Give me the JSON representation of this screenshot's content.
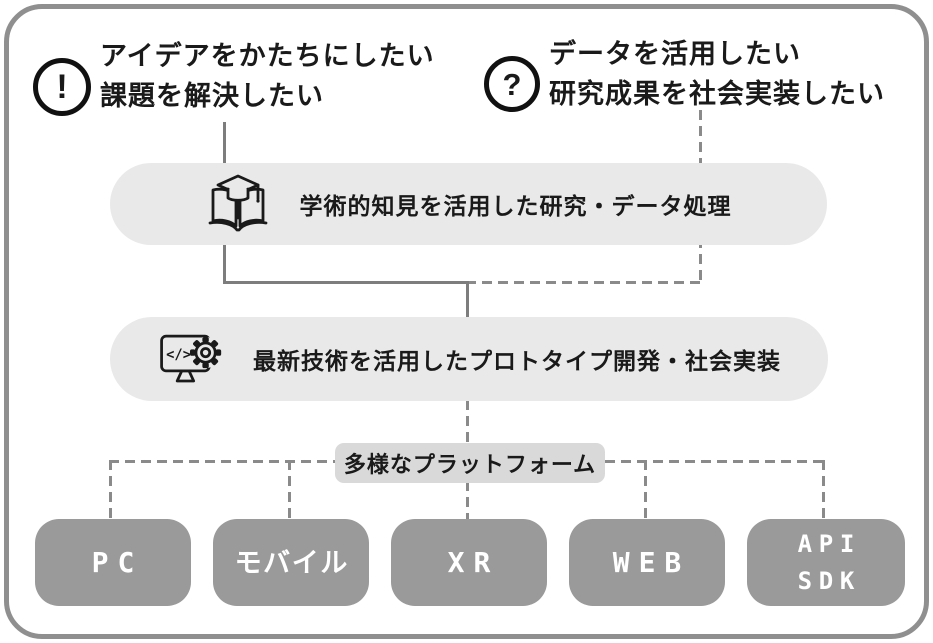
{
  "intro_left": {
    "icon_symbol": "!",
    "line1": "アイデアをかたちにしたい",
    "line2": "課題を解決したい"
  },
  "intro_right": {
    "icon_symbol": "?",
    "line1": "データを活用したい",
    "line2": "研究成果を社会実装したい"
  },
  "stage_research": {
    "label": "学術的知見を活用した研究・データ処理"
  },
  "stage_prototype": {
    "label": "最新技術を活用したプロトタイプ開発・社会実装",
    "code_glyph": "</>"
  },
  "platform": {
    "label": "多様なプラットフォーム",
    "items": [
      {
        "line1": "PC"
      },
      {
        "line1": "モバイル"
      },
      {
        "line1": "XR"
      },
      {
        "line1": "WEB"
      },
      {
        "line1": "API",
        "line2": "SDK"
      }
    ]
  },
  "colors": {
    "pill_bg": "#e9e9e9",
    "platform_label_bg": "#d9d9d9",
    "platform_box_bg": "#9a9a9a",
    "platform_box_text": "#ffffff",
    "line_gray": "#7d7d7d",
    "dash_gray": "#8a8a8a",
    "frame_border": "#8f8f8f",
    "ink": "#1a1a1a"
  }
}
